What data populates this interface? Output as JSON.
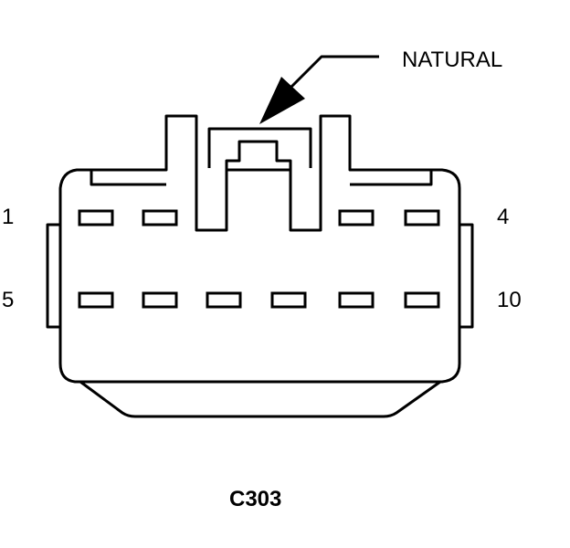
{
  "connector": {
    "id": "C303",
    "color_label": "NATURAL",
    "pin_labels": {
      "top_left": "1",
      "top_right": "4",
      "bottom_left": "5",
      "bottom_right": "10"
    },
    "rows": [
      {
        "name": "top",
        "pin_count": 4
      },
      {
        "name": "bottom",
        "pin_count": 6
      }
    ]
  },
  "colors": {
    "stroke": "#000000",
    "background": "#ffffff"
  }
}
